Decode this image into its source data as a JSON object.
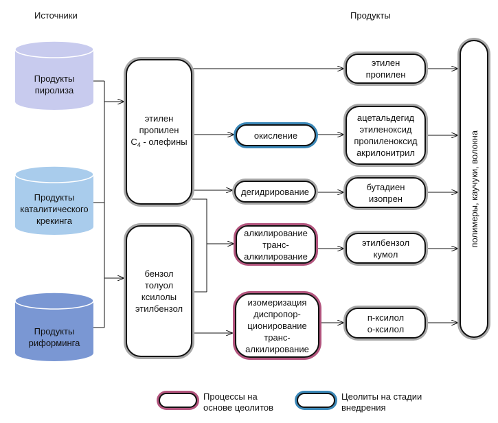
{
  "headers": {
    "sources": "Источники",
    "products": "Продукты"
  },
  "sources": [
    {
      "label": "Продукты пиролиза",
      "color": "#c8cbee"
    },
    {
      "label": "Продукты каталитического крекинга",
      "color": "#a9ccec"
    },
    {
      "label": "Продукты риформинга",
      "color": "#7a97d3"
    }
  ],
  "feed_top": {
    "lines": [
      "этилен",
      "пропилен"
    ],
    "c4_main": "C",
    "c4_sub": "4",
    "c4_rest": " - олефины"
  },
  "feed_bottom": {
    "lines": [
      "бензол",
      "толуол",
      "ксилолы",
      "этилбензол"
    ]
  },
  "processes": [
    {
      "lines": [
        "окисление"
      ],
      "kind": "zeolite-stage"
    },
    {
      "lines": [
        "дегидрирование"
      ],
      "kind": "plain"
    },
    {
      "lines": [
        "алкилирование",
        "транс-",
        "алкилирование"
      ],
      "kind": "zeolite-process"
    },
    {
      "lines": [
        "изомеризация",
        "диспропор-",
        "ционирование",
        "транс-",
        "алкилирование"
      ],
      "kind": "zeolite-process"
    }
  ],
  "products": [
    {
      "lines": [
        "этилен",
        "пропилен"
      ]
    },
    {
      "lines": [
        "ацетальдегид",
        "этиленоксид",
        "пропиленоксид",
        "акрилонитрил"
      ]
    },
    {
      "lines": [
        "бутадиен",
        "изопрен"
      ]
    },
    {
      "lines": [
        "этилбензол",
        "кумол"
      ]
    },
    {
      "lines": [
        "п-ксилол",
        "о-ксилол"
      ]
    }
  ],
  "final": {
    "label": "полимеры, каучуки, волокна"
  },
  "legend": {
    "zeolite_processes": "Процессы на основе цеолитов",
    "zeolite_stage": "Цеолиты на стадии внедрения"
  },
  "colors": {
    "zeolite_process": "#b3557e",
    "zeolite_stage": "#3b88b8",
    "halo": "#a8a8a8"
  }
}
